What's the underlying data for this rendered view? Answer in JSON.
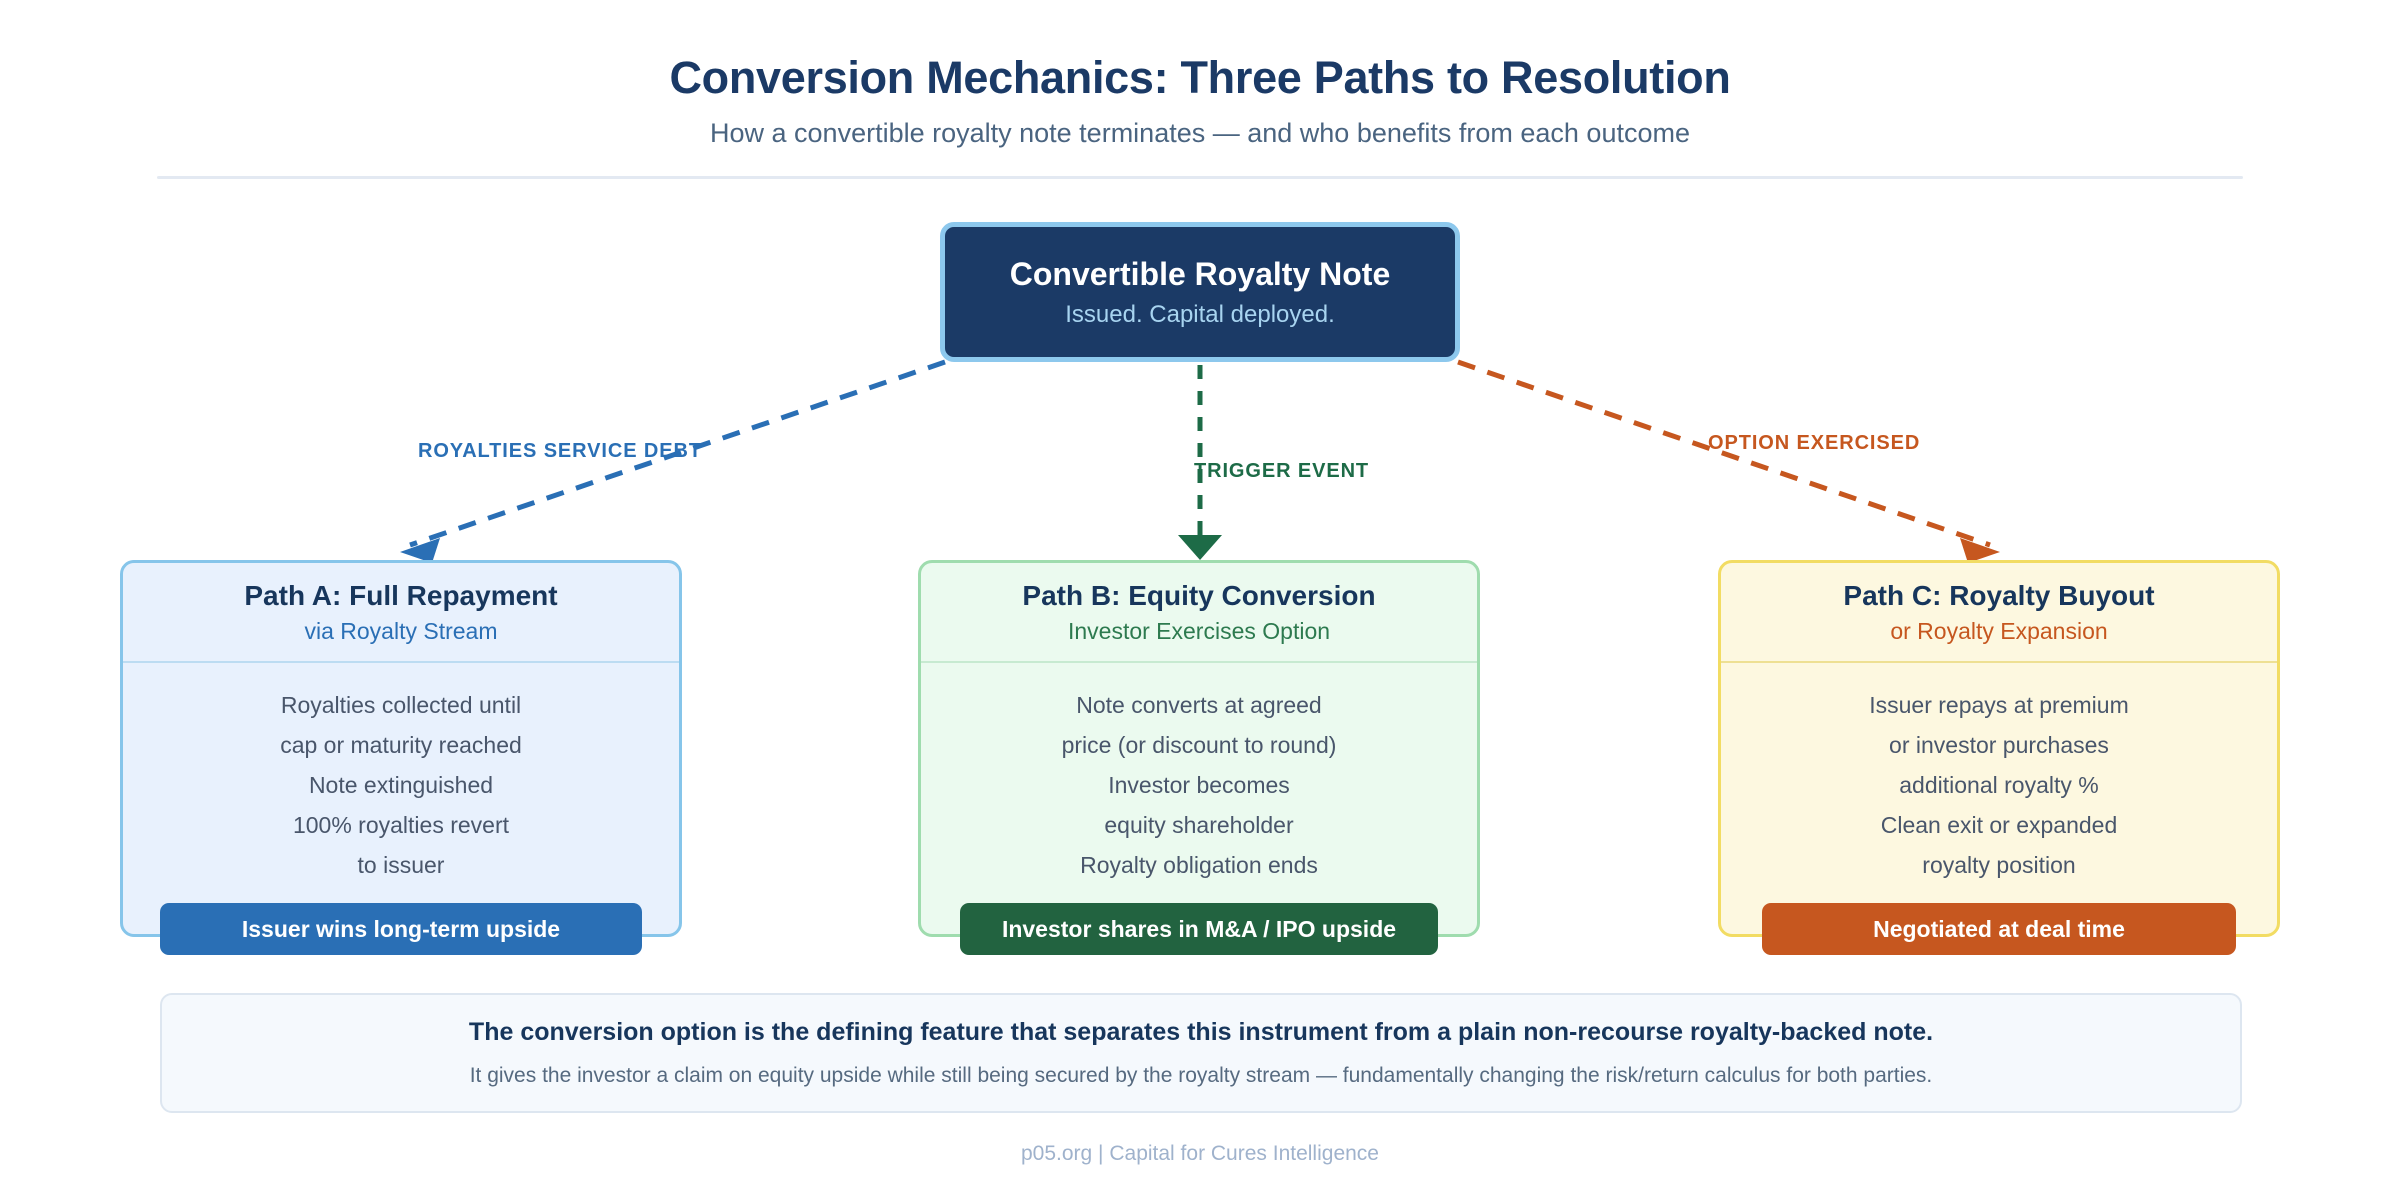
{
  "header": {
    "title": "Conversion Mechanics: Three Paths to Resolution",
    "subtitle": "How a convertible royalty note terminates — and who benefits from each outcome"
  },
  "source_node": {
    "title": "Convertible Royalty Note",
    "subtitle": "Issued. Capital deployed.",
    "fill": "#1b3a66",
    "border": "#8dc8ed"
  },
  "edges": [
    {
      "label": "ROYALTIES SERVICE DEBT",
      "color": "#2a6fb5",
      "style": "dashed",
      "target": "path-a"
    },
    {
      "label": "TRIGGER EVENT",
      "color": "#1d6b47",
      "style": "dashed",
      "target": "path-b"
    },
    {
      "label": "OPTION EXERCISED",
      "color": "#c6571f",
      "style": "dashed",
      "target": "path-c"
    }
  ],
  "paths": [
    {
      "id": "path-a",
      "title": "Path A: Full Repayment",
      "subtitle": "via Royalty Stream",
      "lines": [
        "Royalties collected until",
        "cap or maturity reached",
        "Note extinguished",
        "100% royalties revert",
        "to issuer"
      ],
      "outcome": "Issuer wins long-term upside",
      "accent": "#2a6fb5",
      "fill": "#e8f1fd",
      "border": "#86c5ea"
    },
    {
      "id": "path-b",
      "title": "Path B: Equity Conversion",
      "subtitle": "Investor Exercises Option",
      "lines": [
        "Note converts at agreed",
        "price (or discount to round)",
        "Investor becomes",
        "equity shareholder",
        "Royalty obligation ends"
      ],
      "outcome": "Investor shares in M&A / IPO upside",
      "accent": "#226340",
      "fill": "#ebfaef",
      "border": "#9fdcae"
    },
    {
      "id": "path-c",
      "title": "Path C: Royalty Buyout",
      "subtitle": "or Royalty Expansion",
      "lines": [
        "Issuer repays at premium",
        "or investor purchases",
        "additional royalty %",
        "Clean exit or expanded",
        "royalty position"
      ],
      "outcome": "Negotiated at deal time",
      "accent": "#c6571f",
      "fill": "#fdf8e0",
      "border": "#f2dc63"
    }
  ],
  "callout": {
    "headline": "The conversion option is the defining feature that separates this instrument from a plain non-recourse royalty-backed note.",
    "body": "It gives the investor a claim on equity upside while still being secured by the royalty stream — fundamentally changing the risk/return calculus for both parties."
  },
  "footer": {
    "credit": "p05.org | Capital for Cures Intelligence"
  }
}
